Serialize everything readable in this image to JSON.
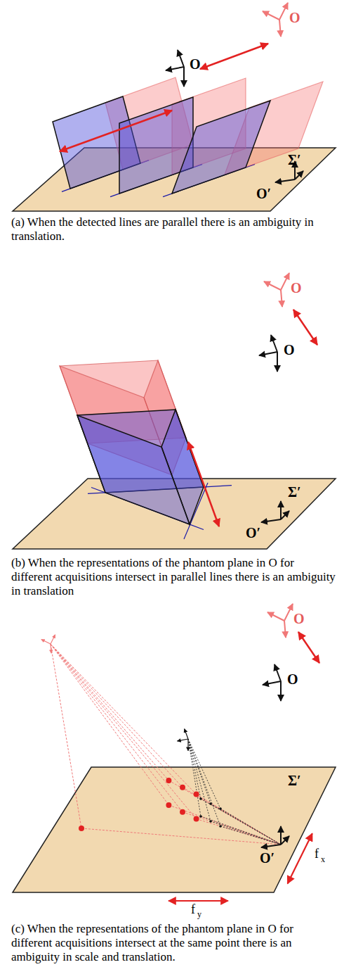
{
  "diagram": {
    "labels": [
      "O",
      "O",
      "Σ′",
      "O′",
      "(a) When the detected lines are parallel there is an ambiguity in translation.",
      "O",
      "O",
      "Σ′",
      "O′",
      "(b) When the representations of the phantom plane in O for different acquisitions intersect in parallel lines there is an ambiguity in translation",
      "O",
      "O",
      "Σ′",
      "O′",
      "f",
      "x",
      "f",
      "y",
      "(c) When the representations of the phantom plane in O for different acquisitions intersect at the same point there is an ambiguity in scale and translation."
    ]
  }
}
